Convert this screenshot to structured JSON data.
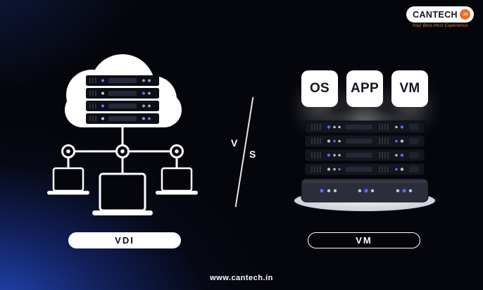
{
  "brand": {
    "name": "CANTECH",
    "suffix": ".in",
    "tagline": "Your Best-Host Experience"
  },
  "vs": {
    "v": "V",
    "s": "S"
  },
  "left": {
    "label": "VDI"
  },
  "right": {
    "label": "VM",
    "badges": [
      "OS",
      "APP",
      "VM"
    ]
  },
  "footer": {
    "url": "www.cantech.in"
  },
  "colors": {
    "background": "#05060c",
    "blue_glow": "#2956de",
    "accent_orange": "#f26a21",
    "led_blue": "#5b6bff",
    "white": "#ffffff"
  }
}
